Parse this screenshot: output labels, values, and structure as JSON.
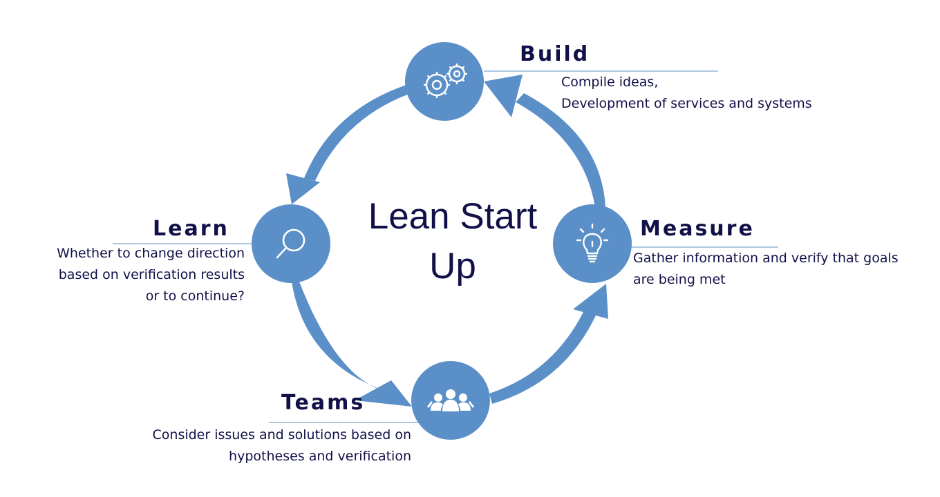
{
  "center": {
    "line1": "Lean Start",
    "line2": "Up"
  },
  "nodes": {
    "build": {
      "title": "Build",
      "desc": [
        "Compile ideas,",
        "Development of services and systems"
      ],
      "icon": "gears-icon"
    },
    "measure": {
      "title": "Measure",
      "desc": [
        "Gather information and verify that goals",
        "are being met"
      ],
      "icon": "lightbulb-icon"
    },
    "teams": {
      "title": "Teams",
      "desc": [
        "Consider issues and solutions based on",
        "hypotheses and verification"
      ],
      "icon": "people-icon"
    },
    "learn": {
      "title": "Learn",
      "desc": [
        "Whether to change direction",
        "based on verification results",
        "or to continue?"
      ],
      "icon": "magnifier-icon"
    }
  },
  "colors": {
    "accent": "#5b8fc7",
    "text": "#111048",
    "rule": "#5b8fc7",
    "background": "#ffffff"
  }
}
